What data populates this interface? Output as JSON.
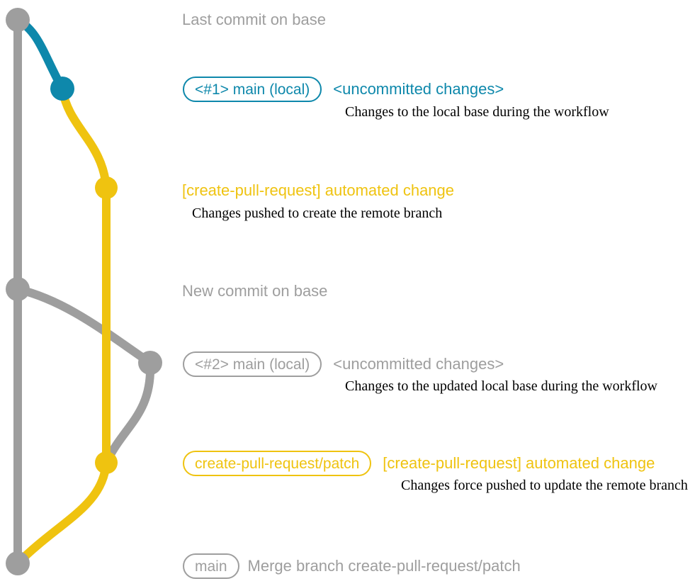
{
  "diagram": {
    "title": "git branch / commit graph",
    "colors": {
      "base": "#9e9e9e",
      "local": "#0e88ab",
      "patch": "#efc310",
      "note": "#000000",
      "background": "#ffffff"
    },
    "lane_colors": [
      "#9e9e9e",
      "#0e88ab",
      "#efc310"
    ]
  },
  "rows": [
    {
      "id": "last-commit-on-base",
      "badge": null,
      "subject": "Last commit on base",
      "subject_color": "gray",
      "note": null,
      "node": {
        "color": "#9e9e9e",
        "lane": "base"
      }
    },
    {
      "id": "local-uncommitted-1",
      "badge": "<#1> main (local)",
      "badge_color": "blue",
      "subject": "<uncommitted changes>",
      "subject_color": "blue",
      "note": "Changes to the local base during the workflow",
      "node": {
        "color": "#0e88ab",
        "lane": "local"
      }
    },
    {
      "id": "automated-change-1",
      "badge": null,
      "subject": "[create-pull-request] automated change",
      "subject_color": "yellow",
      "note": "Changes pushed to create the remote branch",
      "node": {
        "color": "#efc310",
        "lane": "patch"
      }
    },
    {
      "id": "new-commit-on-base",
      "badge": null,
      "subject": "New commit on base",
      "subject_color": "gray",
      "note": null,
      "node": {
        "color": "#9e9e9e",
        "lane": "base"
      }
    },
    {
      "id": "local-uncommitted-2",
      "badge": "<#2> main (local)",
      "badge_color": "gray",
      "subject": "<uncommitted changes>",
      "subject_color": "gray",
      "note": "Changes to the updated local base during the workflow",
      "node": {
        "color": "#9e9e9e",
        "lane": "local2"
      }
    },
    {
      "id": "automated-change-2",
      "badge": "create-pull-request/patch",
      "badge_color": "yellow",
      "subject": "[create-pull-request] automated change",
      "subject_color": "yellow",
      "note": "Changes force pushed to update the remote branch",
      "node": {
        "color": "#efc310",
        "lane": "patch"
      }
    },
    {
      "id": "merge-commit",
      "badge": "main",
      "badge_color": "gray",
      "subject": "Merge branch create-pull-request/patch",
      "subject_color": "gray",
      "note": null,
      "node": {
        "color": "#9e9e9e",
        "lane": "base"
      }
    }
  ]
}
